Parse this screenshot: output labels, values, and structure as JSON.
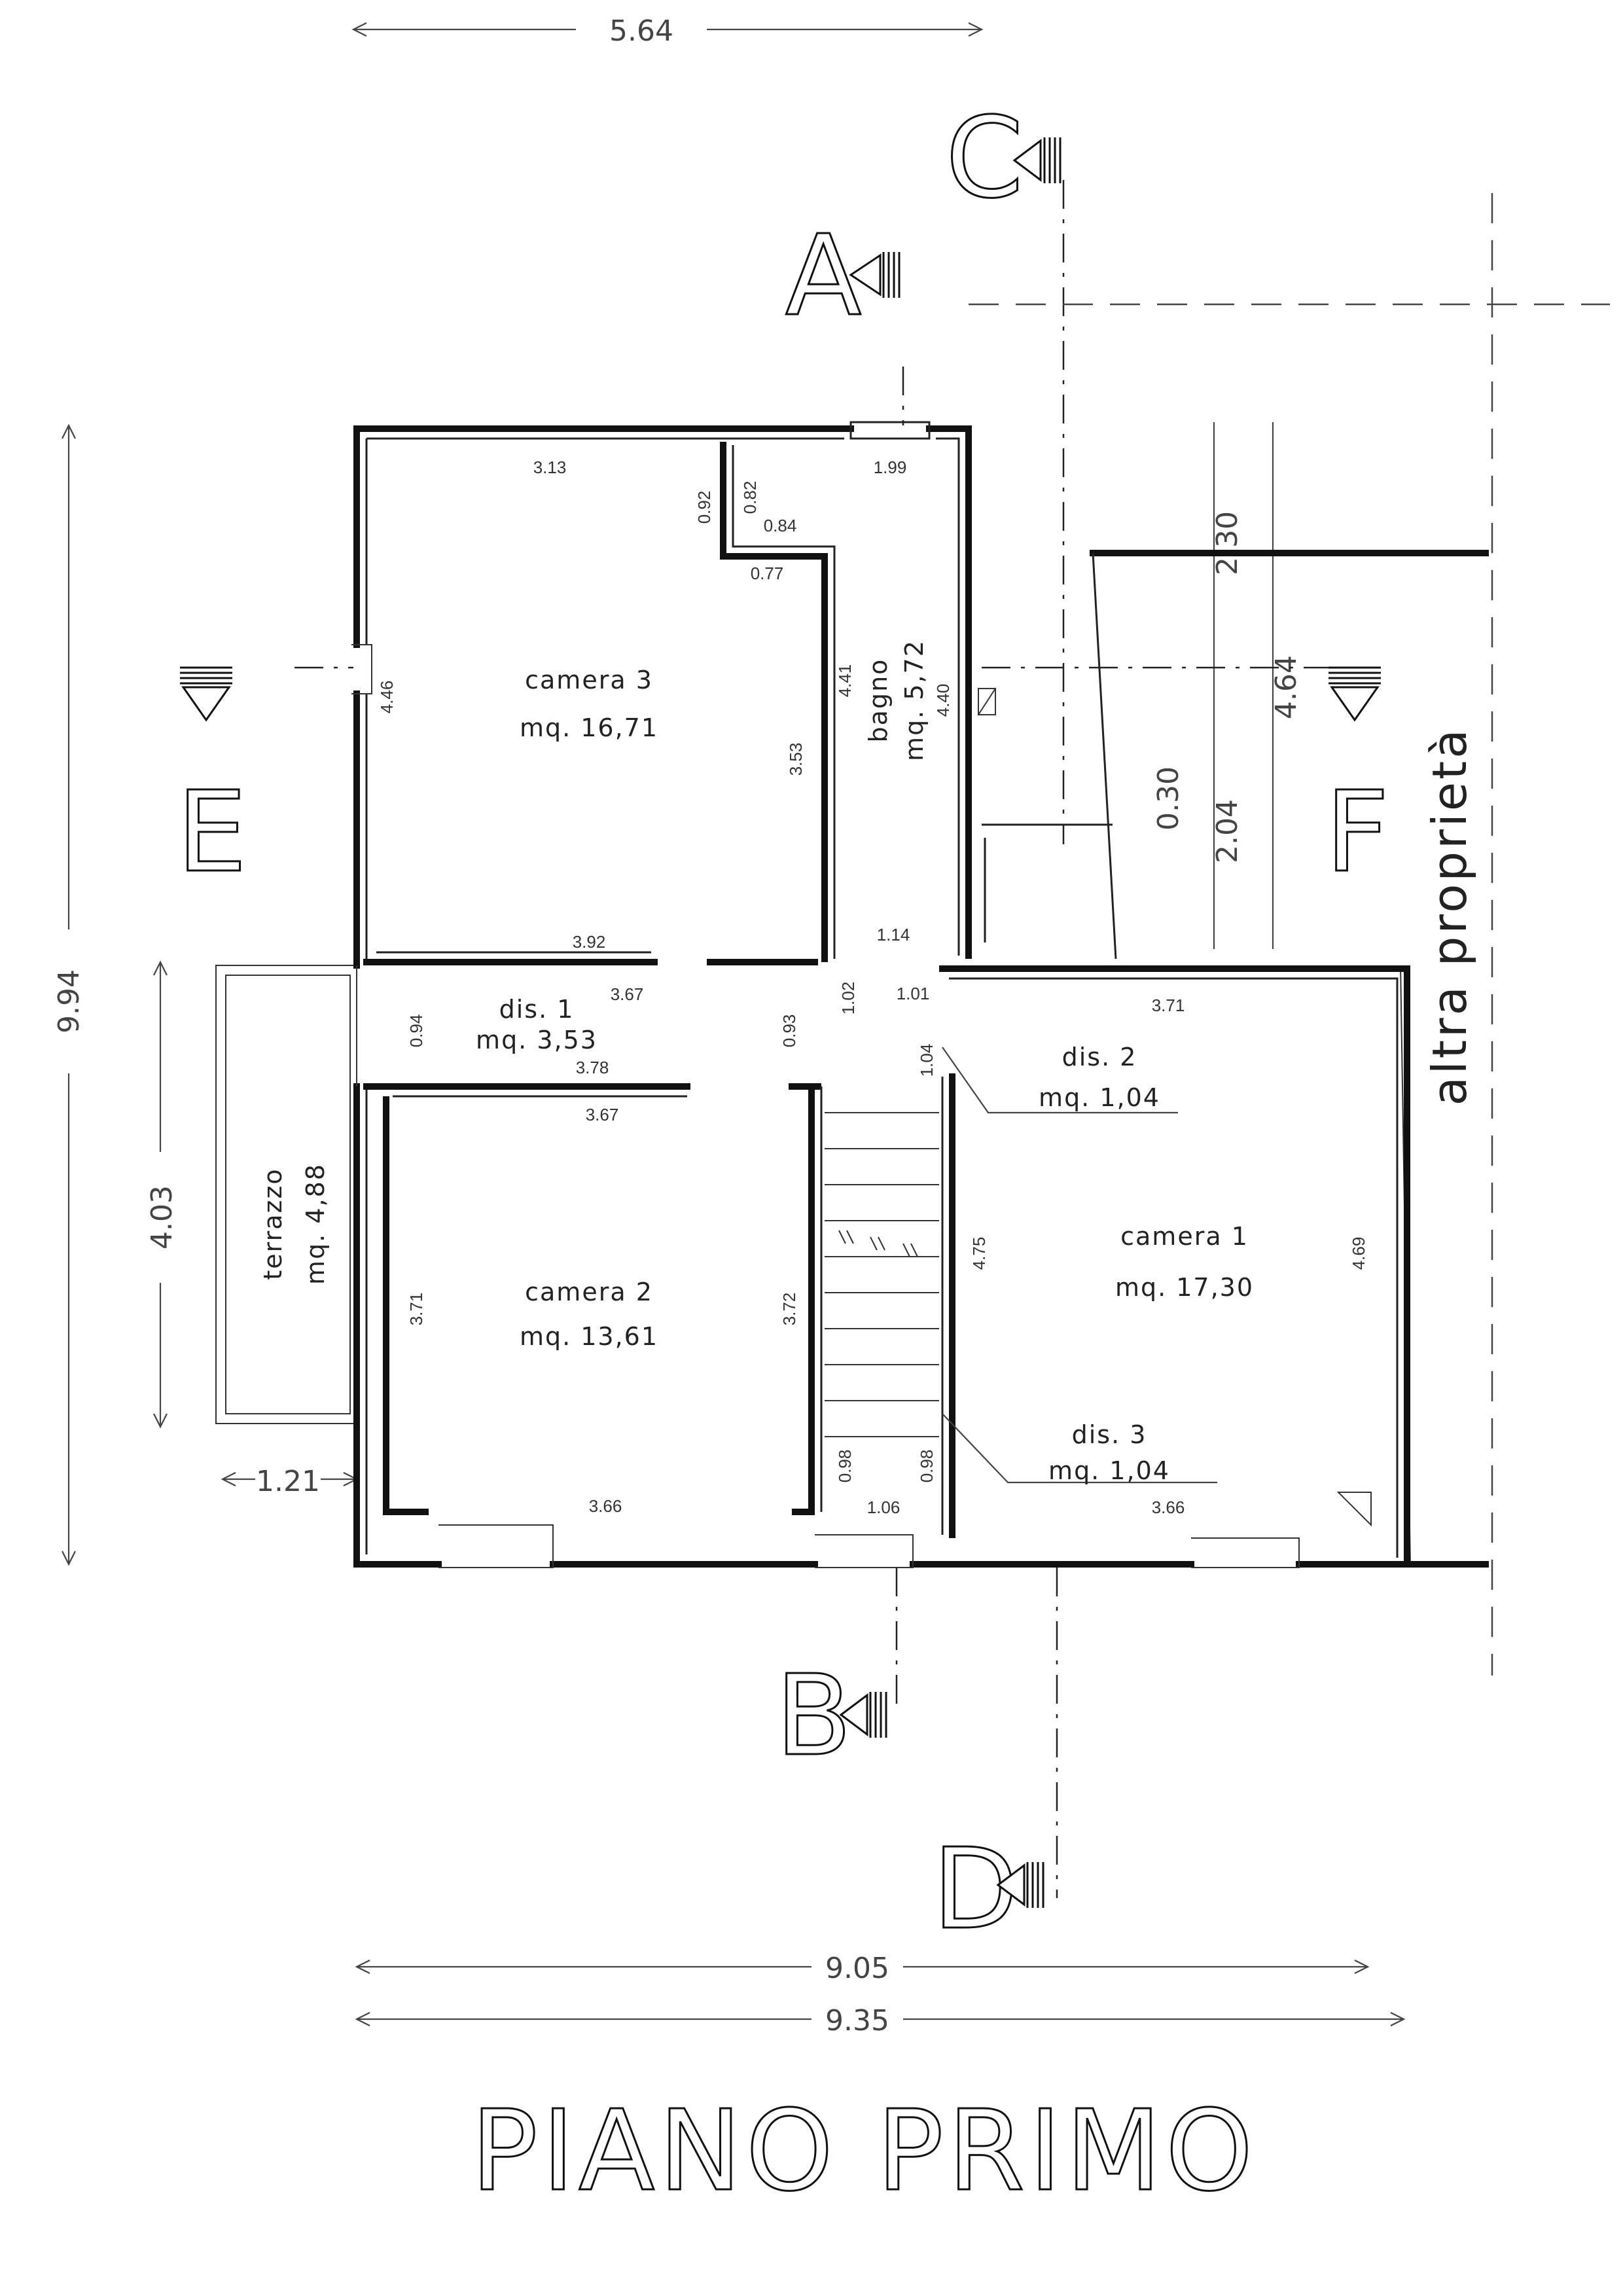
{
  "title": "PIANO PRIMO",
  "neighbor_label": "altra proprietà",
  "sections": [
    "A",
    "B",
    "C",
    "D",
    "E",
    "F"
  ],
  "rooms": {
    "camera3": {
      "name": "camera 3",
      "area": "mq. 16,71"
    },
    "bagno": {
      "name": "bagno",
      "area": "mq. 5,72"
    },
    "dis1": {
      "name": "dis. 1",
      "area": "mq. 3,53"
    },
    "dis2": {
      "name": "dis. 2",
      "area": "mq. 1,04"
    },
    "dis3": {
      "name": "dis. 3",
      "area": "mq. 1,04"
    },
    "camera1": {
      "name": "camera 1",
      "area": "mq. 17,30"
    },
    "camera2": {
      "name": "camera 2",
      "area": "mq. 13,61"
    },
    "terrazzo": {
      "name": "terrazzo",
      "area": "mq. 4,88"
    }
  },
  "overall_dimensions": {
    "top": "5.64",
    "left": "9.94",
    "terrace": "4.03",
    "terrace_width": "1.21",
    "bottom_inner": "9.05",
    "bottom_outer": "9.35",
    "right_1": "2.30",
    "right_2": "0.30",
    "right_3": "2.04",
    "right_4": "4.64"
  },
  "inner_dimensions": [
    "3.13",
    "0.92",
    "0.82",
    "1.99",
    "0.84",
    "0.77",
    "4.46",
    "3.53",
    "4.41",
    "4.40",
    "3.92",
    "3.67",
    "0.94",
    "3.78",
    "0.93",
    "1.14",
    "1.02",
    "1.01",
    "3.71",
    "1.04",
    "3.67",
    "3.71",
    "3.72",
    "4.75",
    "4.69",
    "0.98",
    "0.98",
    "3.66",
    "1.06",
    "3.66"
  ]
}
